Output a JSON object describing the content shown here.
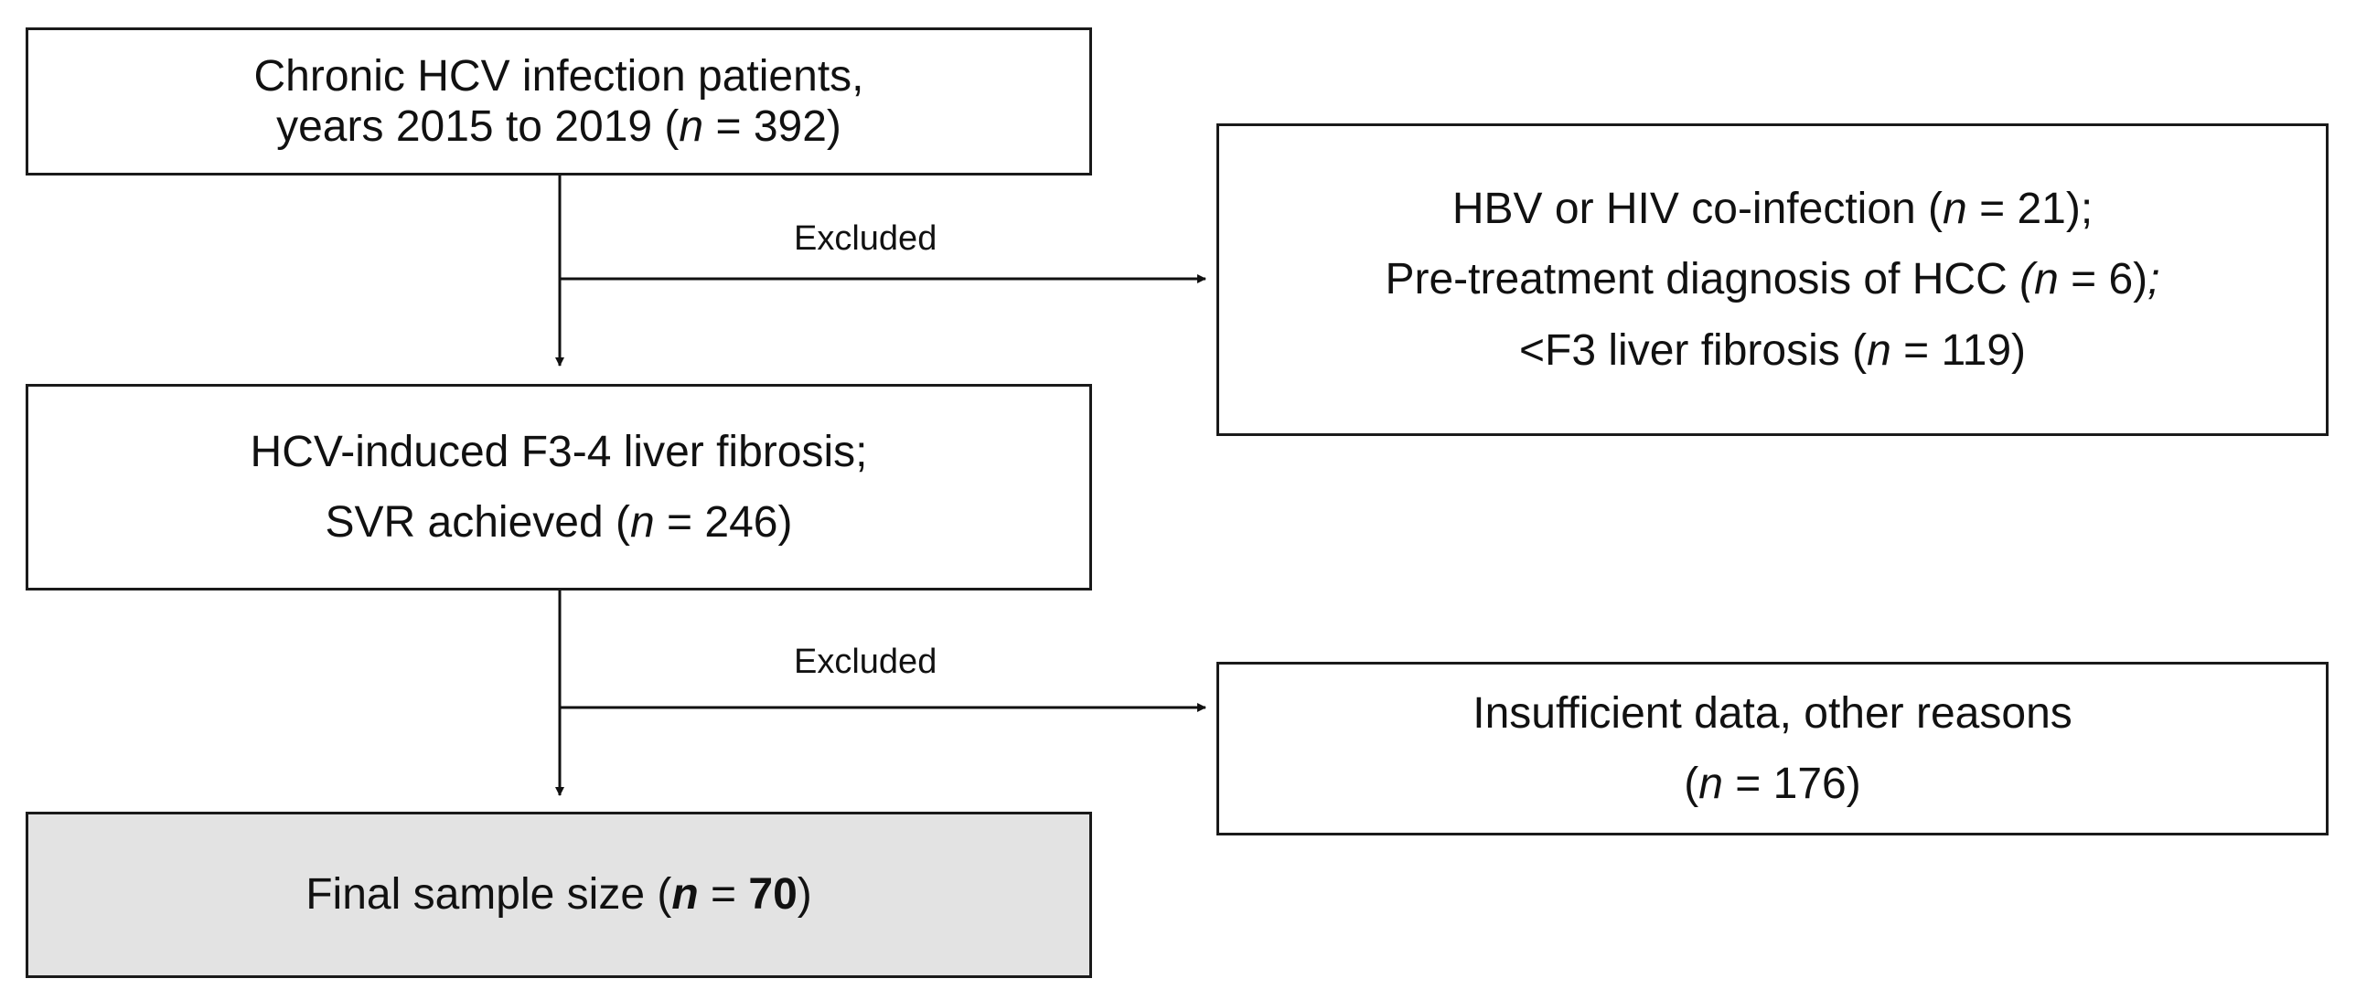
{
  "boxes": {
    "chronic": {
      "line1": "Chronic HCV infection patients,",
      "line2_prefix": "years 2015 to 2019 (",
      "line2_var": "n",
      "line2_suffix": " = 392)"
    },
    "fibrosis": {
      "line1": "HCV-induced F3-4 liver fibrosis;",
      "line2_prefix": "SVR achieved (",
      "line2_var": "n",
      "line2_suffix": " = 246)"
    },
    "final": {
      "prefix": "Final sample size  (",
      "var": "n",
      "mid": " = ",
      "value": "70",
      "suffix": ")"
    },
    "excluded1": {
      "line1_prefix": "HBV or HIV co-infection (",
      "line1_var": "n",
      "line1_suffix": " = 21);",
      "line2_prefix": "Pre-treatment diagnosis of HCC ",
      "line2_paren": "(",
      "line2_var": "n",
      "line2_suffix": " = 6)",
      "line2_semi": ";",
      "line3_prefix": "<F3 liver fibrosis (",
      "line3_var": "n",
      "line3_suffix": " = 119)"
    },
    "excluded2": {
      "line1": "Insufficient data, other reasons",
      "line2_prefix": "(",
      "line2_var": "n",
      "line2_suffix": " = 176)"
    }
  },
  "connectors": {
    "label1": "Excluded",
    "label2": "Excluded"
  },
  "colors": {
    "final_fill": "#e3e3e3",
    "border": "#1a1a1a"
  }
}
